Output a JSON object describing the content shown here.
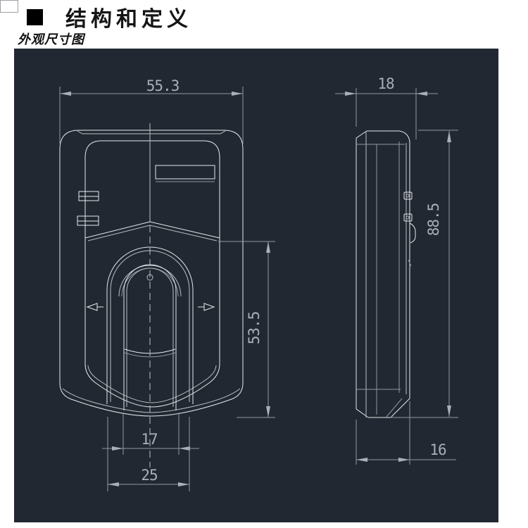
{
  "header": {
    "section_title": "结构和定义",
    "subtitle": "外观尺寸图"
  },
  "drawing": {
    "description": "appearance-dimension-drawing",
    "front_view": {
      "overall_width": "55.3",
      "sensor_height": "53.5",
      "window_width": "17",
      "module_width": "25"
    },
    "side_view": {
      "depth": "18",
      "height": "88.5",
      "body_depth": "16"
    },
    "colors": {
      "canvas_background": "#222831",
      "line_bright": "#e6e9ed",
      "line_dim": "#8f97a1",
      "dim_text": "#a9afb8",
      "header_text": "#151515"
    }
  }
}
